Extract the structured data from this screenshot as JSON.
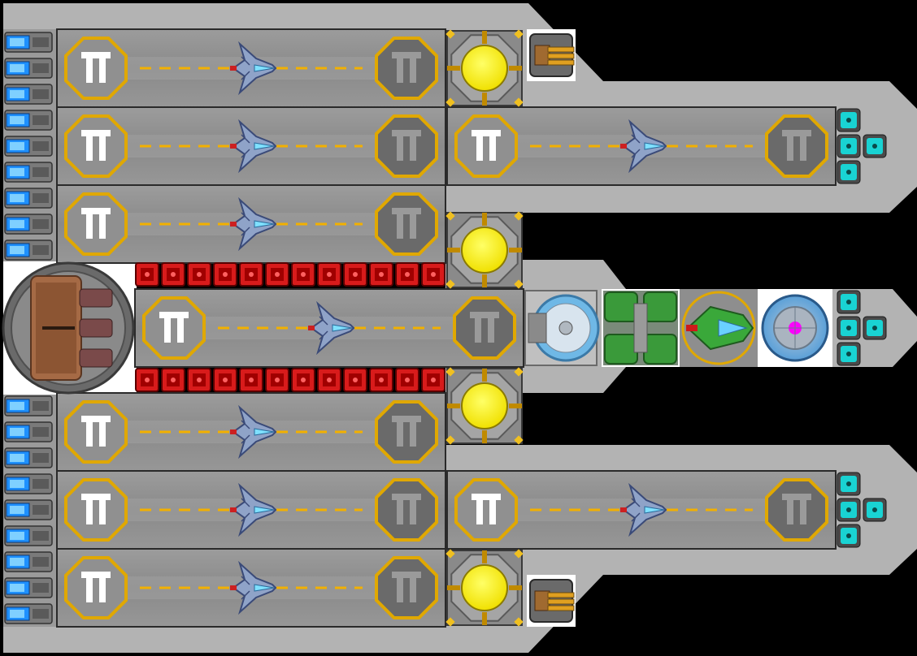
{
  "ship": {
    "hull_color": "#b3b3b3",
    "hull_edge_color": "#9a9a9a",
    "bay_floor_color": "#8e8e8e",
    "lane_line_color": "#f2b000",
    "pad_ring_color": "#e0a800",
    "pad_glyph": "T",
    "fighters": [
      {
        "id": "fighter-1"
      },
      {
        "id": "fighter-2"
      },
      {
        "id": "fighter-3"
      },
      {
        "id": "fighter-4"
      },
      {
        "id": "fighter-5"
      },
      {
        "id": "fighter-6"
      },
      {
        "id": "fighter-7"
      },
      {
        "id": "fighter-8"
      },
      {
        "id": "fighter-9"
      }
    ],
    "reactor_cores": [
      {
        "id": "core-1"
      },
      {
        "id": "core-2"
      },
      {
        "id": "core-3"
      },
      {
        "id": "core-4"
      }
    ],
    "turrets": [
      {
        "id": "turret-top"
      },
      {
        "id": "turret-bottom"
      }
    ],
    "thruster_banks": [
      {
        "id": "thrusters-top"
      },
      {
        "id": "thrusters-bottom"
      }
    ],
    "armor_strips": [
      {
        "id": "armor-upper",
        "blocks": 12
      },
      {
        "id": "armor-lower",
        "blocks": 12
      }
    ],
    "modules": {
      "main_cannon": "main-cannon-icon",
      "radar_dome": "radar-dome-icon",
      "green_engine": "engine-icon",
      "green_fighter": "command-fighter-icon",
      "shield_generator": "shield-generator-icon"
    },
    "colors": {
      "core_yellow": "#ffff00",
      "armor_red": "#d81b1b",
      "cyan_node": "#19d3d3",
      "engine_green": "#3a9a3a",
      "shield_magenta": "#ff00ff"
    }
  }
}
